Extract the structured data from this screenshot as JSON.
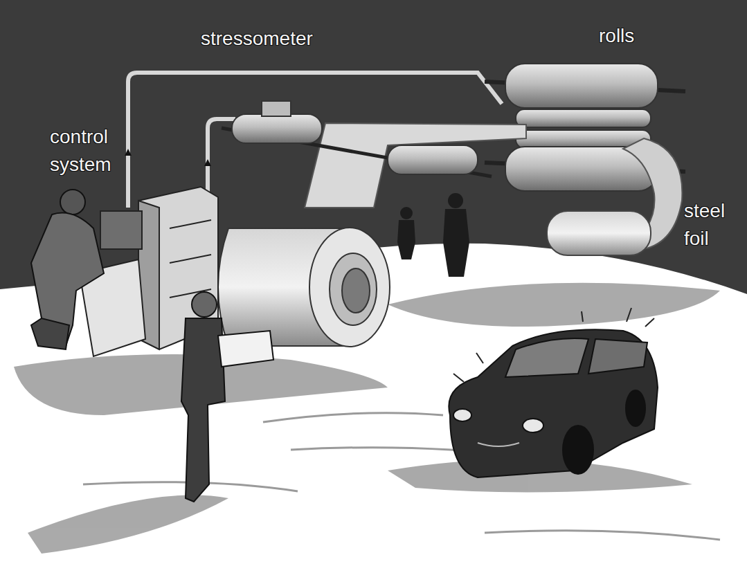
{
  "diagram": {
    "labels": [
      "stressometer",
      "rolls",
      "control system",
      "steel foil"
    ]
  }
}
